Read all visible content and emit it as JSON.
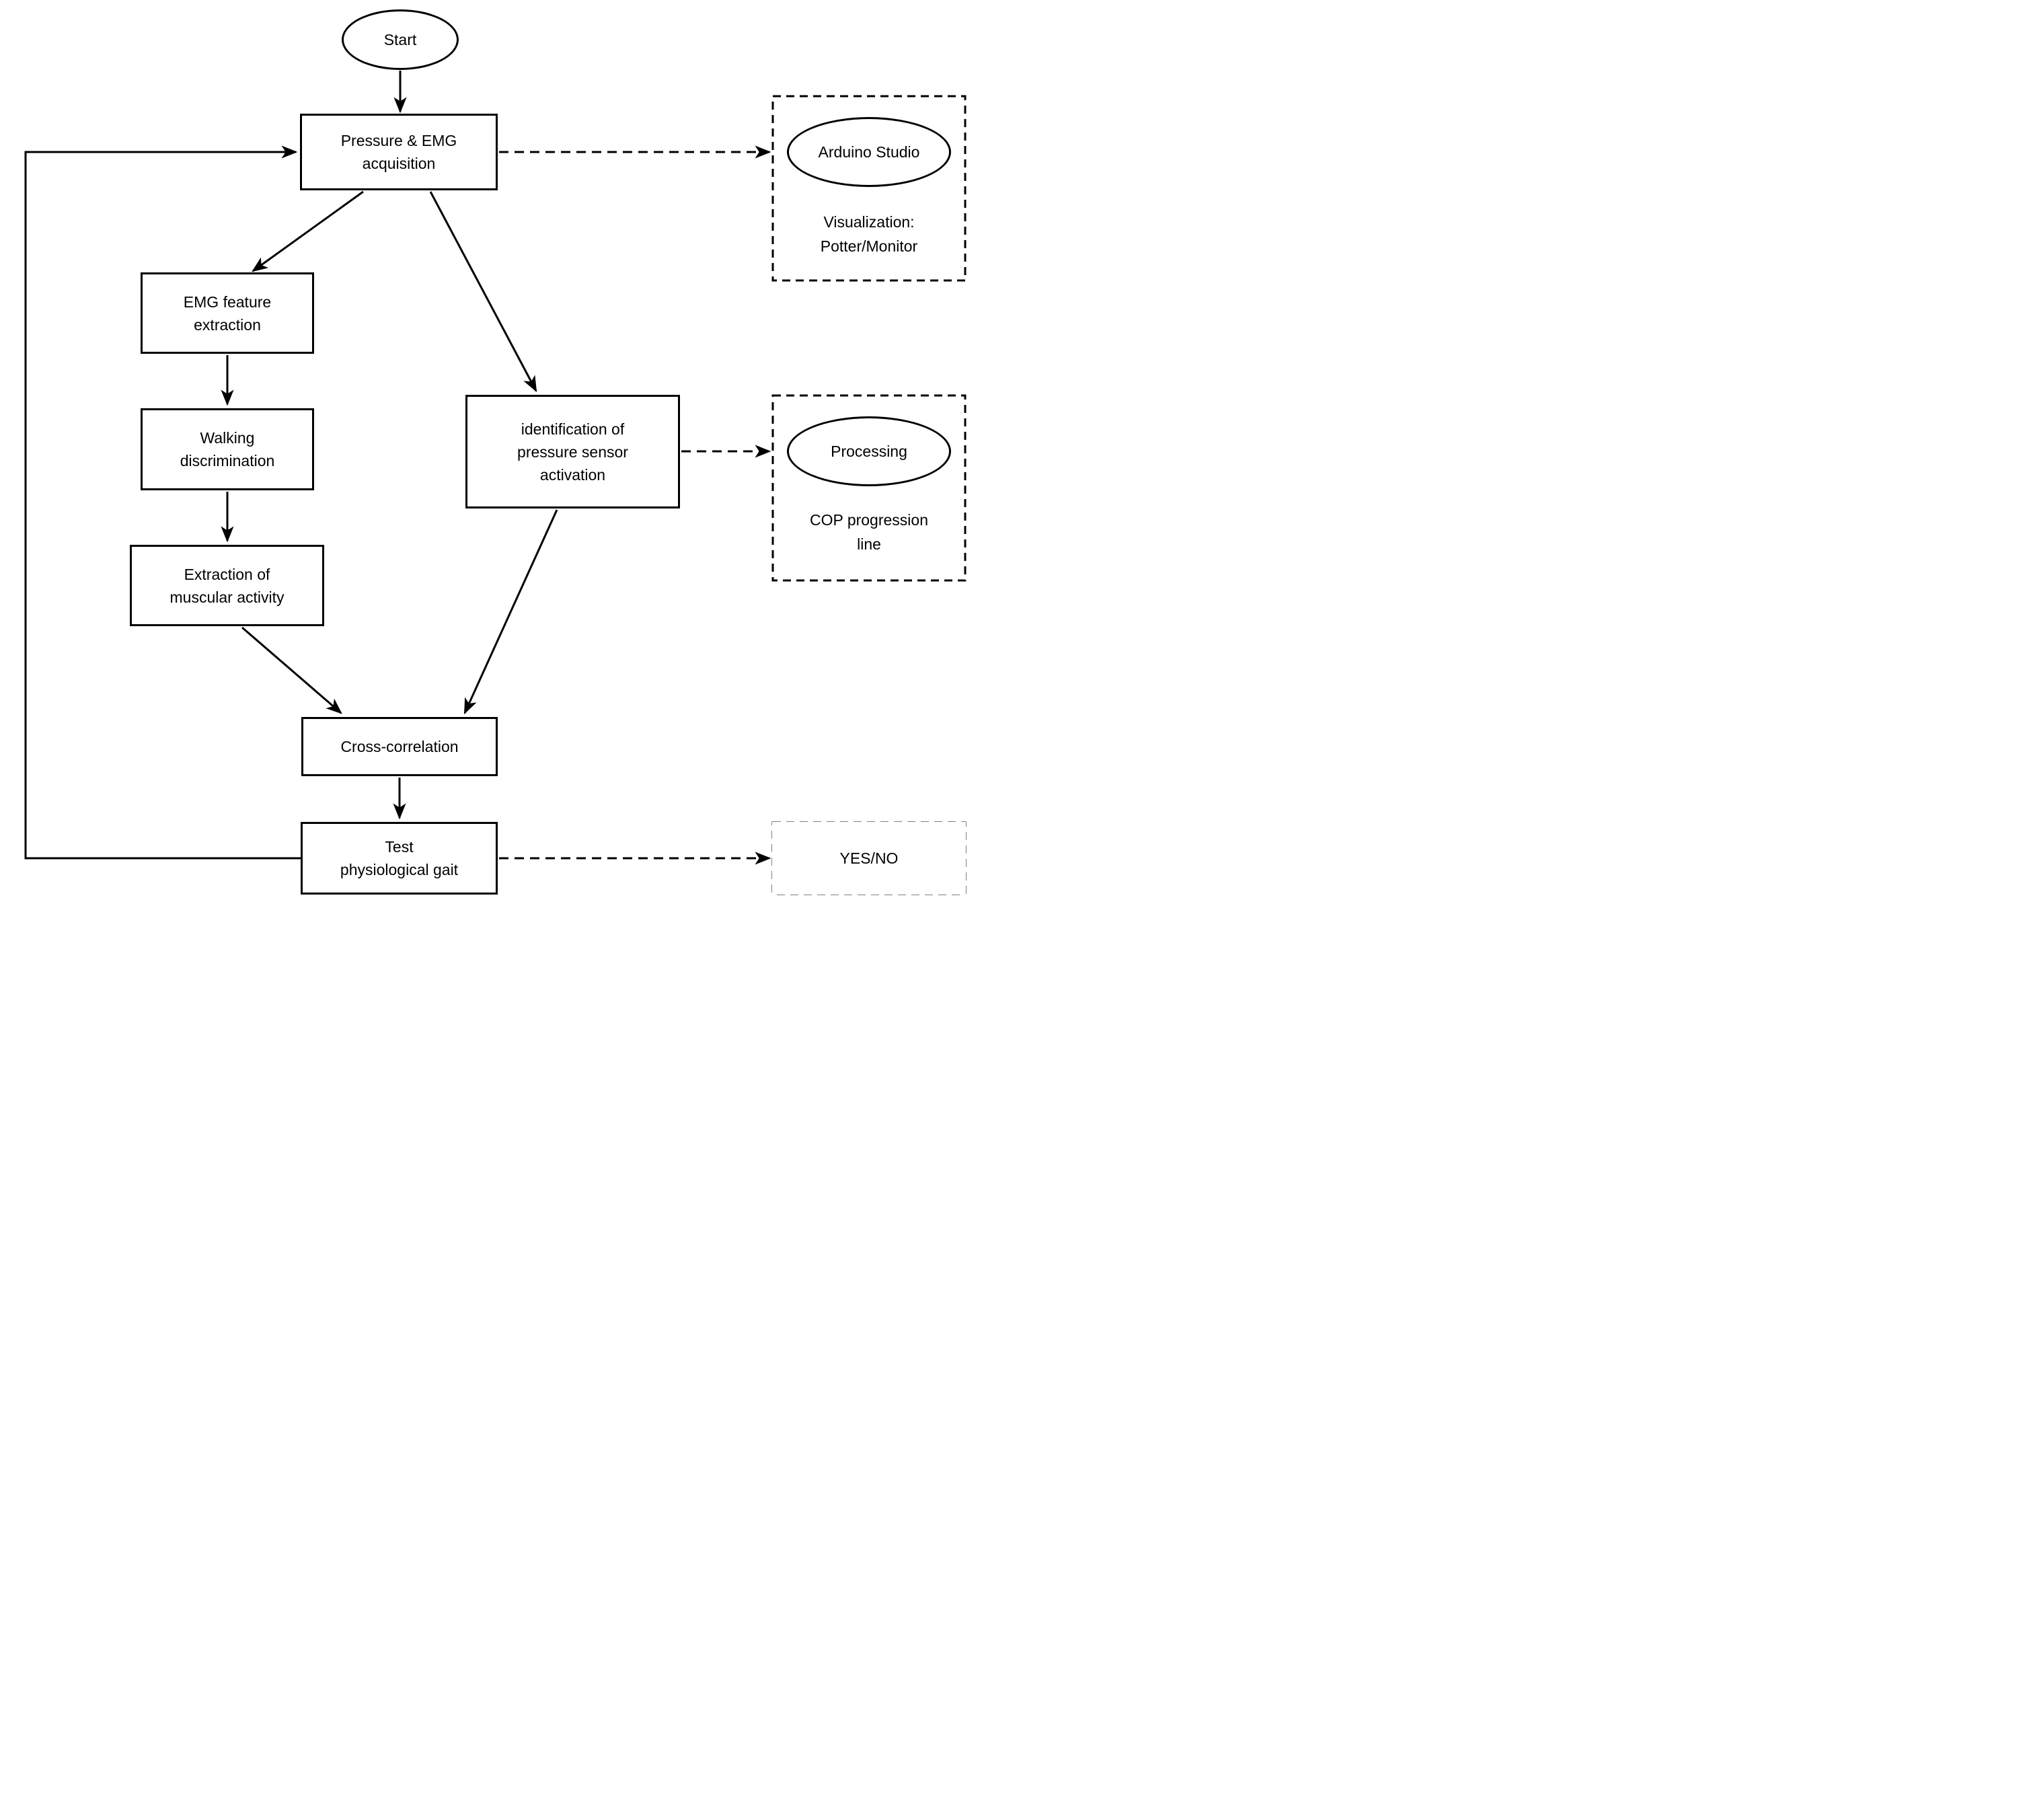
{
  "diagram": {
    "background_color": "#ffffff",
    "stroke_color": "#000000",
    "nodes": {
      "start": {
        "shape": "ellipse",
        "label": "Start"
      },
      "pressure_emg_acquisition": {
        "shape": "rect",
        "lines": [
          "Pressure & EMG",
          "acquisition"
        ]
      },
      "emg_feature_extraction": {
        "shape": "rect",
        "lines": [
          "EMG feature",
          "extraction"
        ]
      },
      "walking_discrimination": {
        "shape": "rect",
        "lines": [
          "Walking",
          "discrimination"
        ]
      },
      "extraction_muscular_activity": {
        "shape": "rect",
        "lines": [
          "Extraction of",
          "muscular activity"
        ]
      },
      "identification_pressure_sensor": {
        "shape": "rect",
        "lines": [
          "identification of",
          "pressure sensor",
          "activation"
        ]
      },
      "cross_correlation": {
        "shape": "rect",
        "lines": [
          "Cross-correlation"
        ]
      },
      "test_physiological_gait": {
        "shape": "rect",
        "lines": [
          "Test",
          "physiological gait"
        ]
      },
      "arduino_studio": {
        "shape": "ellipse-in-dashed-box",
        "label": "Arduino Studio",
        "caption": [
          "Visualization:",
          "Potter/Monitor"
        ]
      },
      "processing": {
        "shape": "ellipse-in-dashed-box",
        "label": "Processing",
        "caption": [
          "COP progression",
          "line"
        ]
      },
      "yes_no": {
        "shape": "dashed-box",
        "label": "YES/NO"
      }
    },
    "edges": [
      {
        "from": "start",
        "to": "pressure_emg_acquisition",
        "style": "solid"
      },
      {
        "from": "pressure_emg_acquisition",
        "to": "arduino_studio",
        "style": "dashed"
      },
      {
        "from": "pressure_emg_acquisition",
        "to": "emg_feature_extraction",
        "style": "solid"
      },
      {
        "from": "pressure_emg_acquisition",
        "to": "identification_pressure_sensor",
        "style": "solid"
      },
      {
        "from": "emg_feature_extraction",
        "to": "walking_discrimination",
        "style": "solid"
      },
      {
        "from": "walking_discrimination",
        "to": "extraction_muscular_activity",
        "style": "solid"
      },
      {
        "from": "extraction_muscular_activity",
        "to": "cross_correlation",
        "style": "solid"
      },
      {
        "from": "identification_pressure_sensor",
        "to": "cross_correlation",
        "style": "solid"
      },
      {
        "from": "identification_pressure_sensor",
        "to": "processing",
        "style": "dashed"
      },
      {
        "from": "cross_correlation",
        "to": "test_physiological_gait",
        "style": "solid"
      },
      {
        "from": "test_physiological_gait",
        "to": "yes_no",
        "style": "dashed"
      },
      {
        "from": "test_physiological_gait",
        "to": "pressure_emg_acquisition",
        "style": "solid",
        "type": "feedback-loop"
      }
    ]
  }
}
